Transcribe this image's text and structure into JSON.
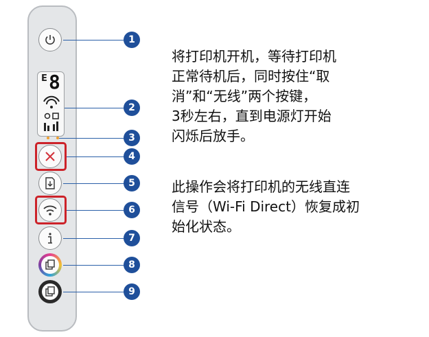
{
  "callouts": [
    "1",
    "2",
    "3",
    "4",
    "5",
    "6",
    "7",
    "8",
    "9"
  ],
  "lcd": {
    "big_digit": "8",
    "letter": "E"
  },
  "instructions": {
    "line1": "将打印机开机，等待打印机",
    "line2": "正常待机后，同时按住“取",
    "line3": "消”和“无线”两个按键，",
    "line4": "3秒左右，直到电源灯开始",
    "line5": "闪烁后放手。"
  },
  "note": {
    "line1": "此操作会将打印机的无线直连",
    "line2": "信号（Wi-Fi Direct）恢复成初",
    "line3": "始化状态。"
  },
  "colors": {
    "highlight": "#cc2229",
    "callout": "#1f4f9a"
  }
}
